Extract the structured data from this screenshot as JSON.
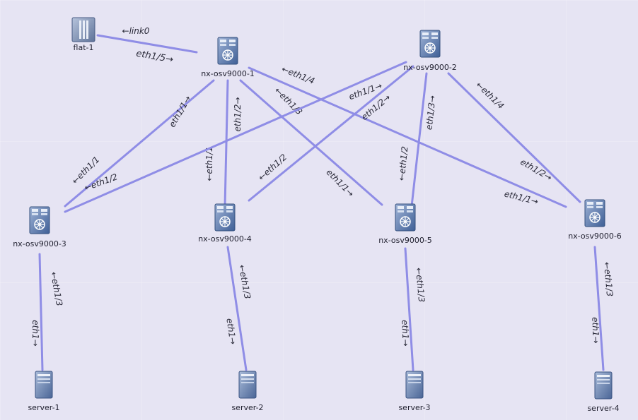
{
  "colors": {
    "link": "#8f8de6",
    "background": "#e6e4f3"
  },
  "nodes": [
    {
      "id": "flat-1",
      "label": "flat-1",
      "icon": "external-connector-icon"
    },
    {
      "id": "nx-osv9000-1",
      "label": "nx-osv9000-1",
      "icon": "switch-icon"
    },
    {
      "id": "nx-osv9000-2",
      "label": "nx-osv9000-2",
      "icon": "switch-icon"
    },
    {
      "id": "nx-osv9000-3",
      "label": "nx-osv9000-3",
      "icon": "switch-icon"
    },
    {
      "id": "nx-osv9000-4",
      "label": "nx-osv9000-4",
      "icon": "switch-icon"
    },
    {
      "id": "nx-osv9000-5",
      "label": "nx-osv9000-5",
      "icon": "switch-icon"
    },
    {
      "id": "nx-osv9000-6",
      "label": "nx-osv9000-6",
      "icon": "switch-icon"
    },
    {
      "id": "server-1",
      "label": "server-1",
      "icon": "server-icon"
    },
    {
      "id": "server-2",
      "label": "server-2",
      "icon": "server-icon"
    },
    {
      "id": "server-3",
      "label": "server-3",
      "icon": "server-icon"
    },
    {
      "id": "server-4",
      "label": "server-4",
      "icon": "server-icon"
    }
  ],
  "links": [
    {
      "from": "flat-1",
      "to": "nx-osv9000-1",
      "from_label": "←link0",
      "to_label": "eth1/5→"
    },
    {
      "from": "nx-osv9000-1",
      "to": "nx-osv9000-3",
      "from_label": "eth1/1→",
      "to_label": "←eth1/1"
    },
    {
      "from": "nx-osv9000-1",
      "to": "nx-osv9000-4",
      "from_label": "eth1/2→",
      "to_label": "←eth1/1"
    },
    {
      "from": "nx-osv9000-1",
      "to": "nx-osv9000-5",
      "from_label": "←eth1/3",
      "to_label": "eth1/1→"
    },
    {
      "from": "nx-osv9000-1",
      "to": "nx-osv9000-6",
      "from_label": "←eth1/4",
      "to_label": "eth1/1→"
    },
    {
      "from": "nx-osv9000-2",
      "to": "nx-osv9000-3",
      "from_label": "eth1/1→",
      "to_label": "←eth1/2"
    },
    {
      "from": "nx-osv9000-2",
      "to": "nx-osv9000-4",
      "from_label": "eth1/2→",
      "to_label": "←eth1/2"
    },
    {
      "from": "nx-osv9000-2",
      "to": "nx-osv9000-5",
      "from_label": "eth1/3→",
      "to_label": "←eth1/2"
    },
    {
      "from": "nx-osv9000-2",
      "to": "nx-osv9000-6",
      "from_label": "←eth1/4",
      "to_label": "eth1/2→"
    },
    {
      "from": "nx-osv9000-3",
      "to": "server-1",
      "from_label": "←eth1/3",
      "to_label": "eth1→"
    },
    {
      "from": "nx-osv9000-4",
      "to": "server-2",
      "from_label": "←eth1/3",
      "to_label": "eth1→"
    },
    {
      "from": "nx-osv9000-5",
      "to": "server-3",
      "from_label": "←eth1/3",
      "to_label": "eth1→"
    },
    {
      "from": "nx-osv9000-6",
      "to": "server-4",
      "from_label": "←eth1/3",
      "to_label": "eth1→"
    }
  ]
}
